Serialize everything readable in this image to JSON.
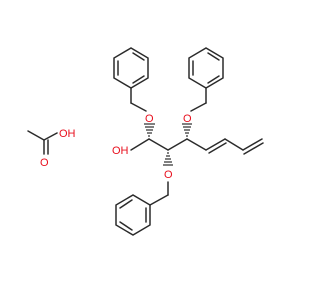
{
  "structure": {
    "atoms": {
      "hydroxyl_left": "OH",
      "hydroxyl_acid": "OH",
      "carbonyl_o": "O",
      "ether_o_top_left": "O",
      "ether_o_top_right": "O",
      "ether_o_bottom": "O"
    },
    "colors": {
      "bond": "#2b2b2b",
      "oxygen": "#e8101e",
      "background": "#ffffff"
    }
  }
}
